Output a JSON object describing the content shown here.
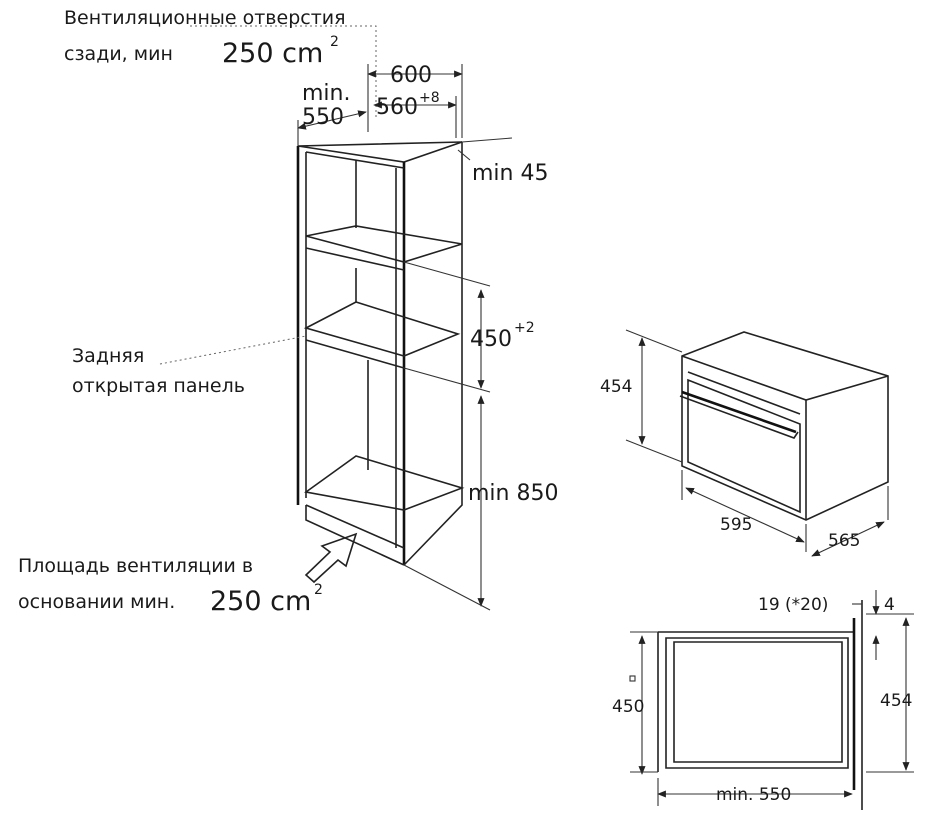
{
  "cabinet": {
    "vent_rear_line1": "Вентиляционные отверстия",
    "vent_rear_line2": "сзади, мин",
    "vent_rear_value": "250 cm",
    "vent_rear_sup": "2",
    "min_label": "min.",
    "depth_550": "550",
    "width_600": "600",
    "niche_560": "560",
    "niche_560_sup": "+8",
    "min_45": "min 45",
    "niche_height": "450",
    "niche_height_sup": "+2",
    "min_850": "min 850",
    "rear_panel_line1": "Задняя",
    "rear_panel_line2": "открытая панель",
    "vent_base_line1": "Площадь вентиляции в",
    "vent_base_line2": "основании мин.",
    "vent_base_value": "250 cm",
    "vent_base_sup": "2"
  },
  "appliance": {
    "height": "454",
    "width": "595",
    "depth": "565"
  },
  "side_view": {
    "front_thickness": "19 (*20)",
    "gap": "4",
    "inner_height": "450",
    "total_height": "454",
    "min_depth": "min. 550"
  }
}
